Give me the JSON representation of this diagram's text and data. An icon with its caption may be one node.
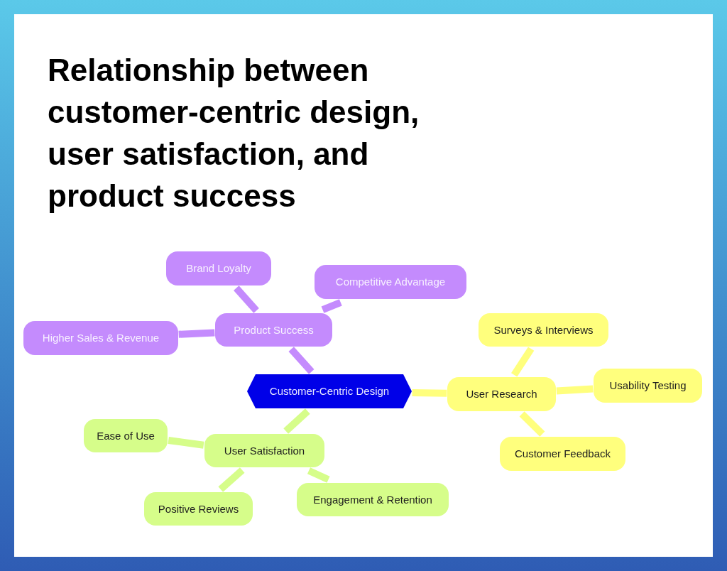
{
  "diagram": {
    "title": "Relationship between customer-centric design, user satisfaction, and product success",
    "nodes": [
      {
        "text": [
          "Customer-Centric Design"
        ]
      },
      {
        "text": [
          "Product Success"
        ]
      },
      {
        "text": [
          "Brand Loyalty"
        ]
      },
      {
        "text": [
          "Competitive Advantage"
        ]
      },
      {
        "text": [
          "Higher Sales & Revenue"
        ]
      },
      {
        "text": [
          "User Research"
        ]
      },
      {
        "text": [
          "Surveys & Interviews"
        ]
      },
      {
        "text": [
          "Usability Testing"
        ]
      },
      {
        "text": [
          "Customer Feedback"
        ]
      },
      {
        "text": [
          "User Satisfaction"
        ]
      },
      {
        "text": [
          "Ease of Use"
        ]
      },
      {
        "text": [
          "Positive Reviews"
        ]
      },
      {
        "text": [
          "Engagement & Retention"
        ]
      }
    ],
    "edges": [
      {
        "from": 0,
        "to": 1,
        "arrow": "none",
        "color": "#c48bfd"
      },
      {
        "from": 1,
        "to": 2,
        "arrow": "none",
        "color": "#c48bfd"
      },
      {
        "from": 1,
        "to": 3,
        "arrow": "none",
        "color": "#c48bfd"
      },
      {
        "from": 1,
        "to": 4,
        "arrow": "none",
        "color": "#c48bfd"
      },
      {
        "from": 0,
        "to": 5,
        "arrow": "none",
        "color": "#ffff7d"
      },
      {
        "from": 5,
        "to": 6,
        "arrow": "none",
        "color": "#ffff7d"
      },
      {
        "from": 5,
        "to": 7,
        "arrow": "none",
        "color": "#ffff7d"
      },
      {
        "from": 5,
        "to": 8,
        "arrow": "none",
        "color": "#ffff7d"
      },
      {
        "from": 0,
        "to": 9,
        "arrow": "none",
        "color": "#d6fd8a"
      },
      {
        "from": 9,
        "to": 10,
        "arrow": "none",
        "color": "#d6fd8a"
      },
      {
        "from": 9,
        "to": 11,
        "arrow": "none",
        "color": "#d6fd8a"
      },
      {
        "from": 9,
        "to": 12,
        "arrow": "none",
        "color": "#d6fd8a"
      }
    ]
  }
}
